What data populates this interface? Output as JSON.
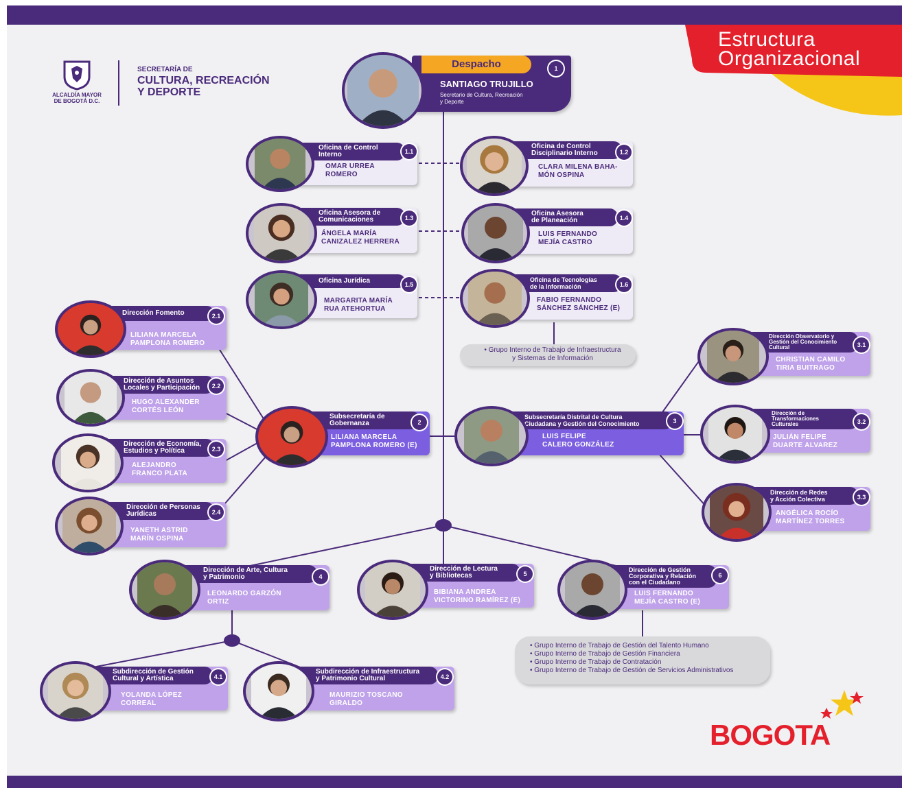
{
  "header": {
    "logo_text": "ALCALDÍA MAYOR\nDE BOGOTÁ D.C.",
    "secretaria_small": "SECRETARÍA DE",
    "secretaria_big": "CULTURA, RECREACIÓN\nY DEPORTE",
    "title": "Estructura\nOrganizacional"
  },
  "despacho": {
    "label": "Despacho",
    "num": "1",
    "name": "SANTIAGO TRUJILLO",
    "role": "Secretario de Cultura, Recreación\ny Deporte"
  },
  "offices": {
    "o11": {
      "title": "Oficina de Control\nInterno",
      "num": "1.1",
      "name": "OMAR URREA\nROMERO"
    },
    "o12": {
      "title": "Oficina de Control\nDisciplinario Interno",
      "num": "1.2",
      "name": "CLARA MILENA BAHA-\nMÓN OSPINA"
    },
    "o13": {
      "title": "Oficina Asesora de\nComunicaciones",
      "num": "1.3",
      "name": "ÁNGELA MARÍA\nCANIZALEZ HERRERA"
    },
    "o14": {
      "title": "Oficina Asesora\nde Planeación",
      "num": "1.4",
      "name": "LUIS FERNANDO\nMEJÍA CASTRO"
    },
    "o15": {
      "title": "Oficina Jurídica",
      "num": "1.5",
      "name": "MARGARITA MARÍA\nRUA ATEHORTUA"
    },
    "o16": {
      "title": "Oficina de Tecnologías\nde la Información",
      "num": "1.6",
      "name": "FABIO FERNANDO\nSÁNCHEZ SÁNCHEZ (E)"
    }
  },
  "group_16": "• Grupo Interno de Trabajo de Infraestructura\ny Sistemas de Información",
  "sub2": {
    "title": "Subsecretaría de\nGobernanza",
    "num": "2",
    "name": "LILIANA MARCELA\nPAMPLONA ROMERO (E)"
  },
  "dir2": {
    "d21": {
      "title": "Dirección Fomento",
      "num": "2.1",
      "name": "LILIANA MARCELA\nPAMPLONA ROMERO"
    },
    "d22": {
      "title": "Dirección de Asuntos\nLocales y Participación",
      "num": "2.2",
      "name": "HUGO ALEXANDER\nCORTÉS LEÓN"
    },
    "d23": {
      "title": "Dirección de Economía,\nEstudios y Política",
      "num": "2.3",
      "name": "ALEJANDRO\nFRANCO PLATA"
    },
    "d24": {
      "title": "Dirección de Personas\nJurídicas",
      "num": "2.4",
      "name": "YANETH ASTRID\nMARÍN OSPINA"
    }
  },
  "sub3": {
    "title": "Subsecretaría Distrital de Cultura\nCiudadana y Gestión del Conocimiento",
    "num": "3",
    "name": "LUIS FELIPE\nCALERO GONZÁLEZ"
  },
  "dir3": {
    "d31": {
      "title": "Dirección Observatorio y\nGestión del Conocimiento\nCultural",
      "num": "3.1",
      "name": "CHRISTIAN CAMILO\nTIRIA BUITRAGO"
    },
    "d32": {
      "title": "Dirección de\nTransformaciones\nCulturales",
      "num": "3.2",
      "name": "JULIÁN FELIPE\nDUARTE ALVAREZ"
    },
    "d33": {
      "title": "Dirección de Redes\ny Acción Colectiva",
      "num": "3.3",
      "name": "ANGÉLICA ROCÍO\nMARTÍNEZ TORRES"
    }
  },
  "bottom": {
    "d4": {
      "title": "Dirección de Arte, Cultura\ny Patrimonio",
      "num": "4",
      "name": "LEONARDO GARZÓN\nORTIZ"
    },
    "d5": {
      "title": "Dirección de Lectura\ny Bibliotecas",
      "num": "5",
      "name": "BIBIANA ANDREA\nVICTORINO RAMÍREZ (E)"
    },
    "d6": {
      "title": "Dirección de Gestión\nCorporativa y Relación\ncon el Ciudadano",
      "num": "6",
      "name": "LUIS FERNANDO\nMEJÍA CASTRO (E)"
    },
    "d41": {
      "title": "Subdirección de Gestión\nCultural y Artística",
      "num": "4.1",
      "name": "YOLANDA LÓPEZ\nCORREAL"
    },
    "d42": {
      "title": "Subdirección de Infraestructura\ny Patrimonio Cultural",
      "num": "4.2",
      "name": "MAURIZIO TOSCANO\nGIRALDO"
    }
  },
  "groups_6": "• Grupo Interno de Trabajo de Gestión del Talento Humano\n• Grupo Interno de Trabajo de Gestión Financiera\n• Grupo Interno de Trabajo de Contratación\n• Grupo Interno de Trabajo de Gestión de Servicios Administrativos",
  "footer_logo": "BOGOTA",
  "colors": {
    "primary": "#4a2a7a",
    "accent_red": "#e4202c",
    "accent_yellow": "#f5c518",
    "card_purple": "#bfa2ea",
    "card_blue": "#7b5fe0"
  }
}
